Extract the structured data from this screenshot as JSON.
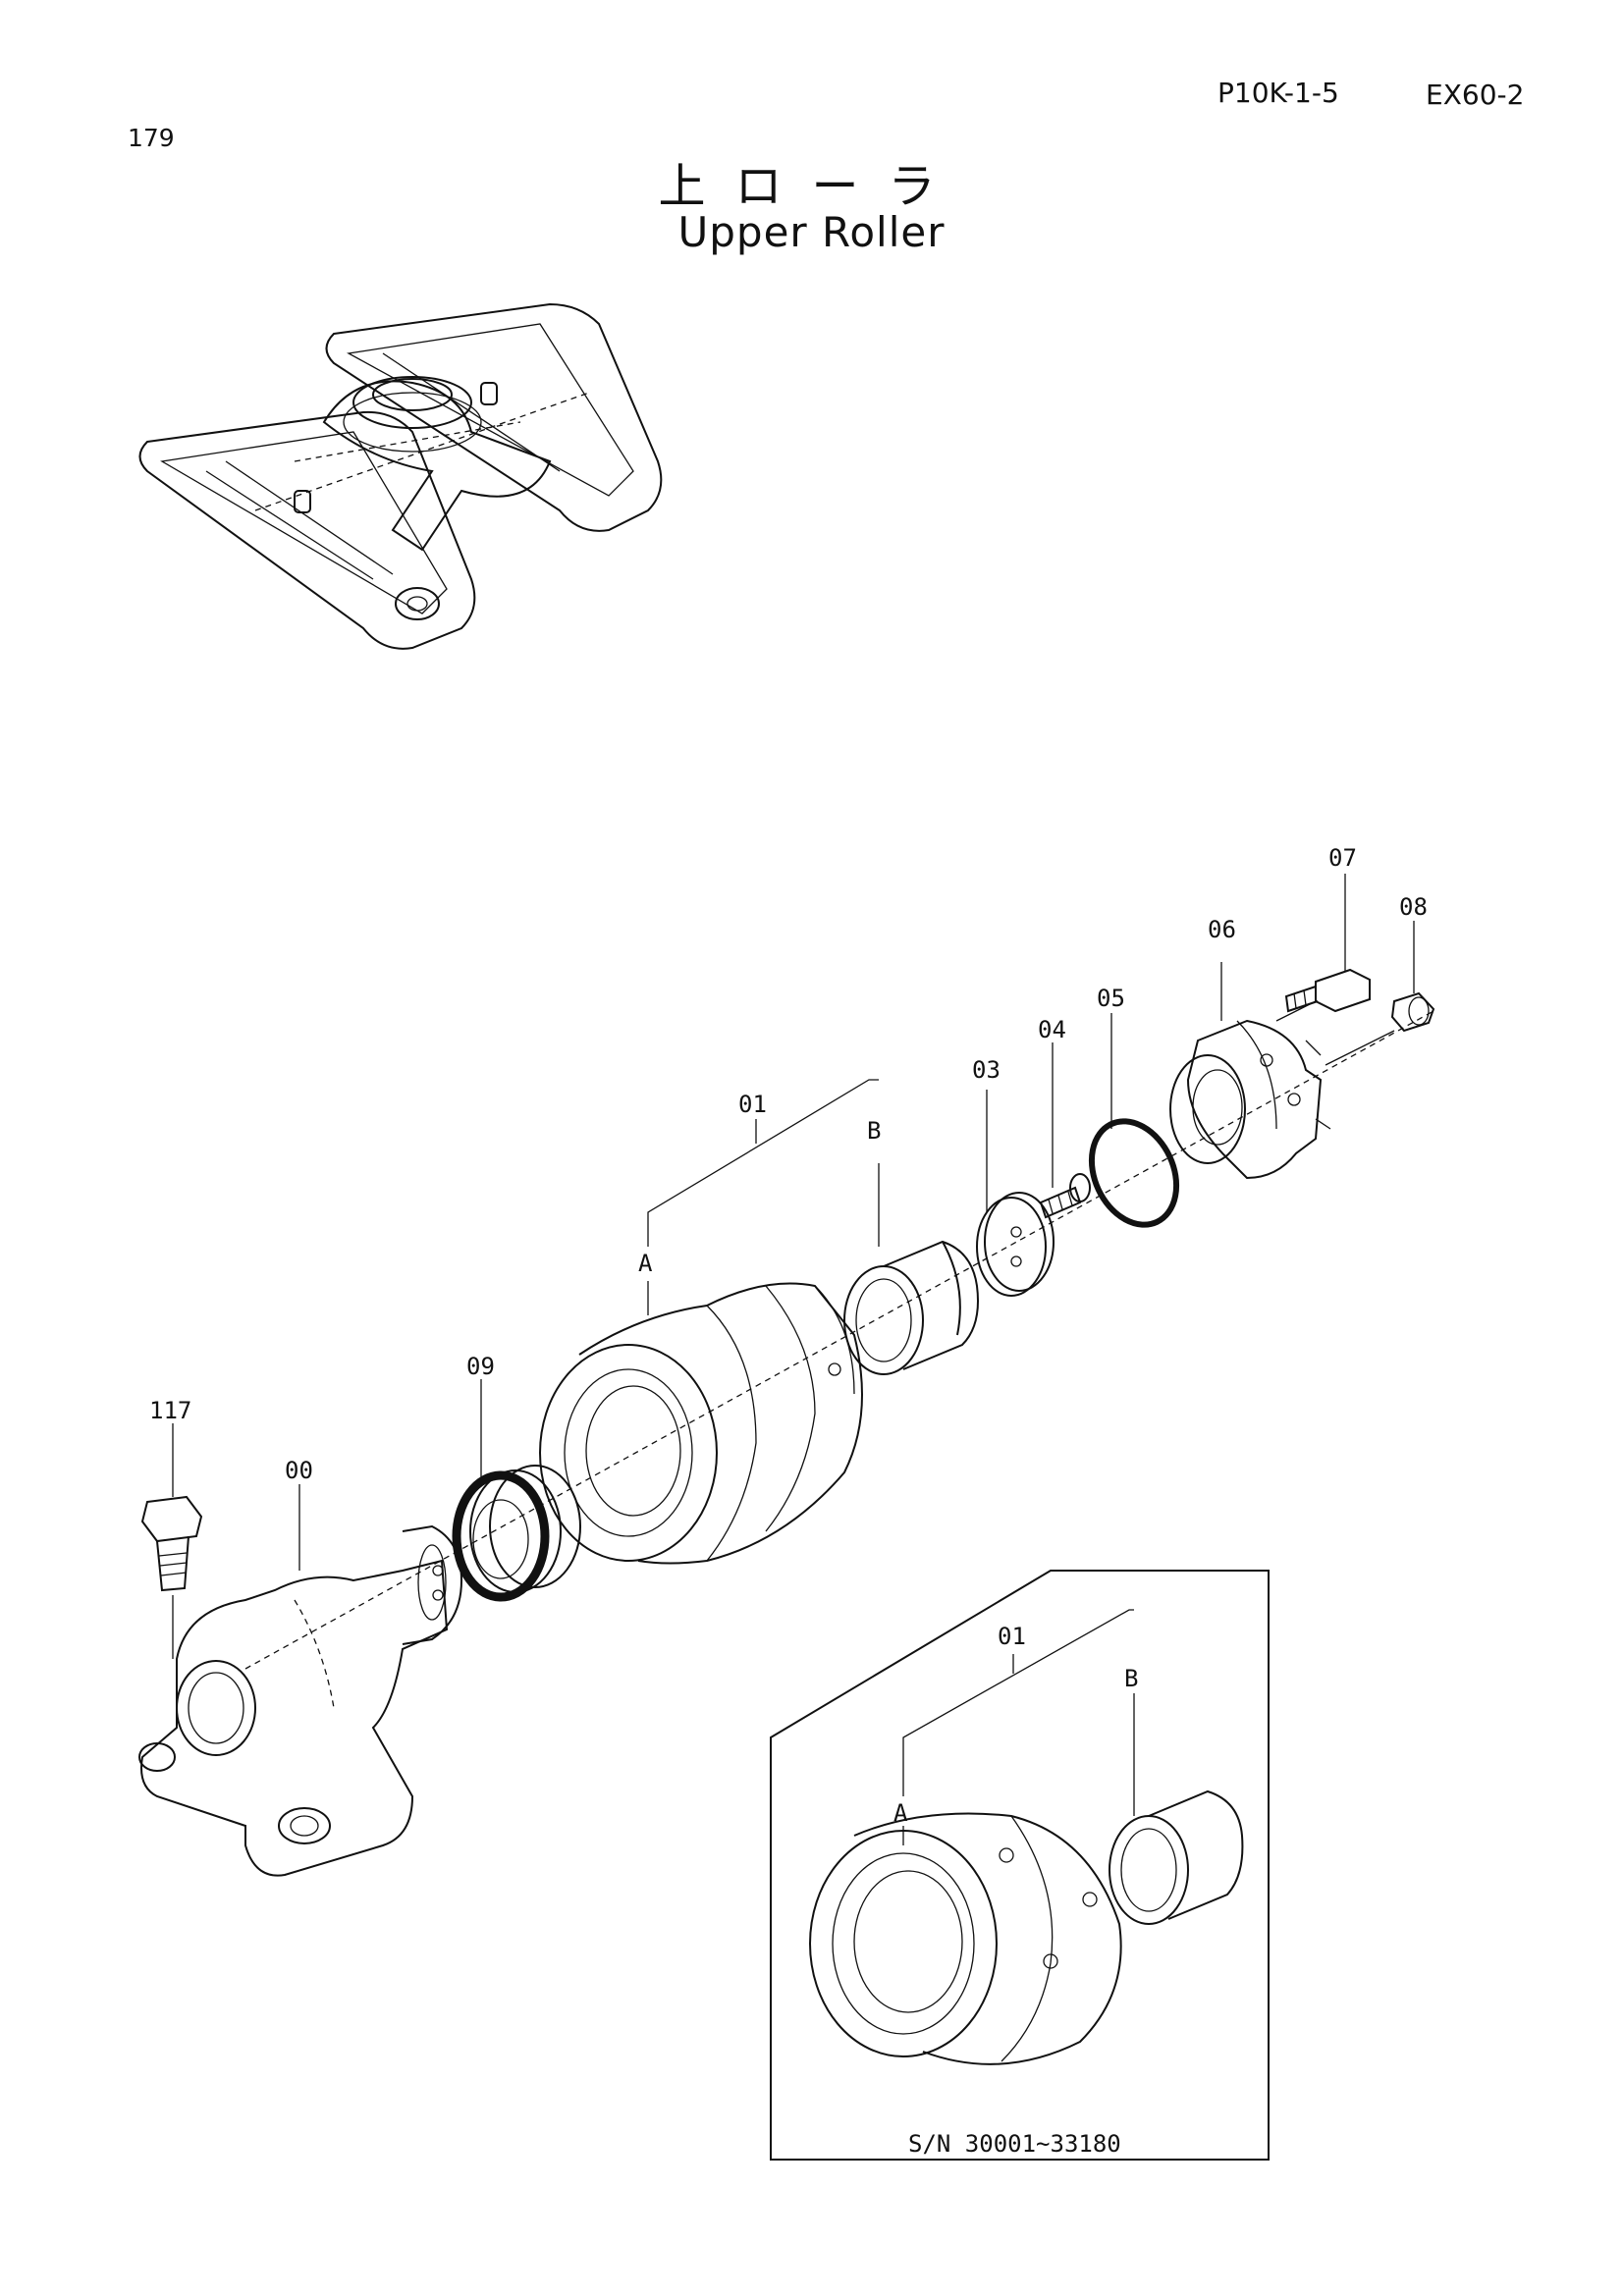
{
  "header": {
    "page_number": "179",
    "doc_code": "P10K-1-5",
    "model": "EX60-2"
  },
  "title": {
    "japanese": "上ローラ",
    "english": "Upper Roller"
  },
  "labels": {
    "p117": "117",
    "p00": "00",
    "p09": "09",
    "p01": "01",
    "pA": "A",
    "pB": "B",
    "p03": "03",
    "p04": "04",
    "p05": "05",
    "p06": "06",
    "p07": "07",
    "p08": "08"
  },
  "inset": {
    "p01": "01",
    "pA": "A",
    "pB": "B",
    "serial_range": "S/N 30001~33180"
  }
}
